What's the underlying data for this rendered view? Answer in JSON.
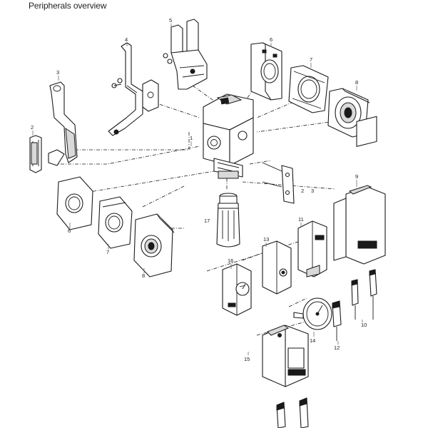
{
  "title": "Peripherals overview",
  "callouts": {
    "c1": "1",
    "c2a": "2",
    "c2b": "2",
    "c3a": "3",
    "c3b": "3",
    "c4": "4",
    "c5": "5",
    "c6a": "6",
    "c6b": "6",
    "c7a": "7",
    "c7b": "7",
    "c8a": "8",
    "c8b": "8",
    "c9": "9",
    "c10": "10",
    "c11": "11",
    "c12": "12",
    "c13": "13",
    "c14": "14",
    "c15": "15",
    "c16": "16",
    "c17": "17"
  },
  "icons": {
    "main_unit": "valve-body-icon",
    "connector": "cable-connector-icon",
    "gauge": "pressure-gauge-icon"
  }
}
